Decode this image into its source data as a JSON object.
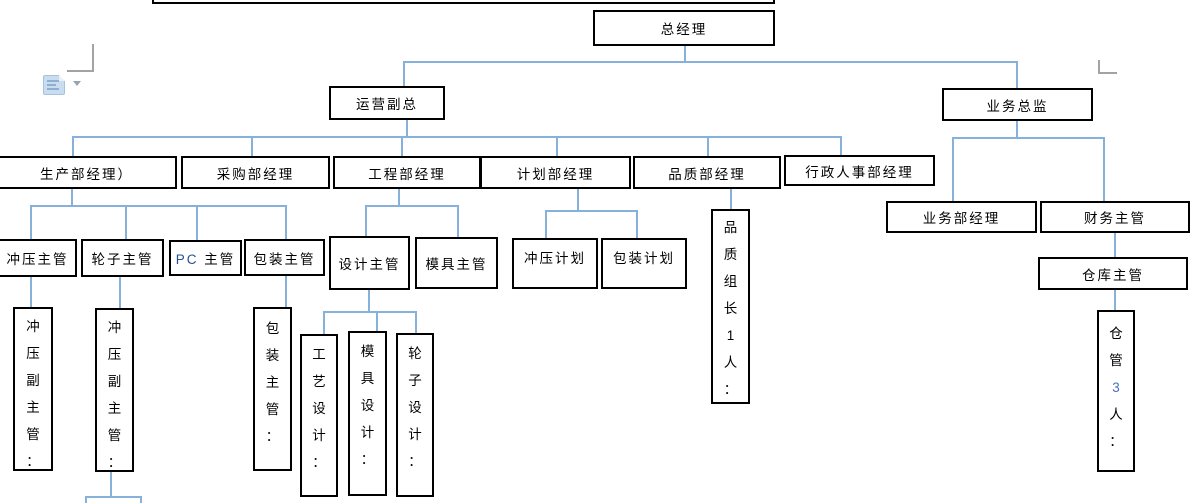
{
  "page": {
    "background": "#ffffff",
    "box_border_color": "#000000",
    "connector_color": "#85b1da",
    "accent_blue": "#4472c4",
    "latin_blue": "#24508f"
  },
  "word_ui": {
    "paste_options_icon": "clipboard-paste-icon",
    "paste_dropdown_icon": "chevron-down-icon",
    "margin_marks": "page-text-boundary-corners"
  },
  "org": {
    "nodes": {
      "gm": {
        "label": "总经理"
      },
      "ops_vp": {
        "label": "运营副总"
      },
      "biz_director": {
        "label": "业务总监"
      },
      "production_mgr": {
        "label": "生产部经理）"
      },
      "purchasing_mgr": {
        "label": "采购部经理"
      },
      "engineering_mgr": {
        "label": "工程部经理"
      },
      "planning_mgr": {
        "label": "计划部经理"
      },
      "quality_mgr": {
        "label": "品质部经理"
      },
      "hr_admin_mgr": {
        "label": "行政人事部经理"
      },
      "biz_dept_mgr": {
        "label": "业务部经理"
      },
      "finance_sup": {
        "label": "财务主管"
      },
      "warehouse_sup": {
        "label": "仓库主管"
      },
      "stamping_sup": {
        "label": "冲压主管"
      },
      "wheel_sup": {
        "label": "轮子主管"
      },
      "pc_sup": {
        "label_parts": [
          {
            "t": "PC ",
            "c": "#24508f"
          },
          {
            "t": "主管"
          }
        ]
      },
      "packing_sup": {
        "label": "包装主管"
      },
      "design_sup": {
        "label": "设计主管"
      },
      "mold_sup": {
        "label": "模具主管"
      },
      "stamping_plan": {
        "label": "冲压计划"
      },
      "packing_plan": {
        "label": "包装计划"
      },
      "quality_leader": {
        "chars": [
          "品",
          "质",
          "组",
          "长",
          "1",
          "人",
          "："
        ]
      },
      "stamping_deputy_1": {
        "chars": [
          "冲",
          "压",
          "副",
          "主",
          "管",
          "："
        ]
      },
      "stamping_deputy_2": {
        "chars": [
          "冲",
          "压",
          "副",
          "主",
          "管",
          "："
        ]
      },
      "packing_sup_detail": {
        "chars": [
          "包",
          "装",
          "主",
          "管",
          "："
        ]
      },
      "craft_design": {
        "chars": [
          "工",
          "艺",
          "设",
          "计",
          "："
        ]
      },
      "mold_design": {
        "chars": [
          "模",
          "具",
          "设",
          "计",
          "："
        ]
      },
      "wheel_design": {
        "chars": [
          "轮",
          "子",
          "设",
          "计",
          "："
        ]
      },
      "warehouse_keeper": {
        "chars": [
          "仓",
          "管",
          {
            "t": "3",
            "c": "#4472c4"
          },
          "人",
          "："
        ]
      }
    }
  }
}
